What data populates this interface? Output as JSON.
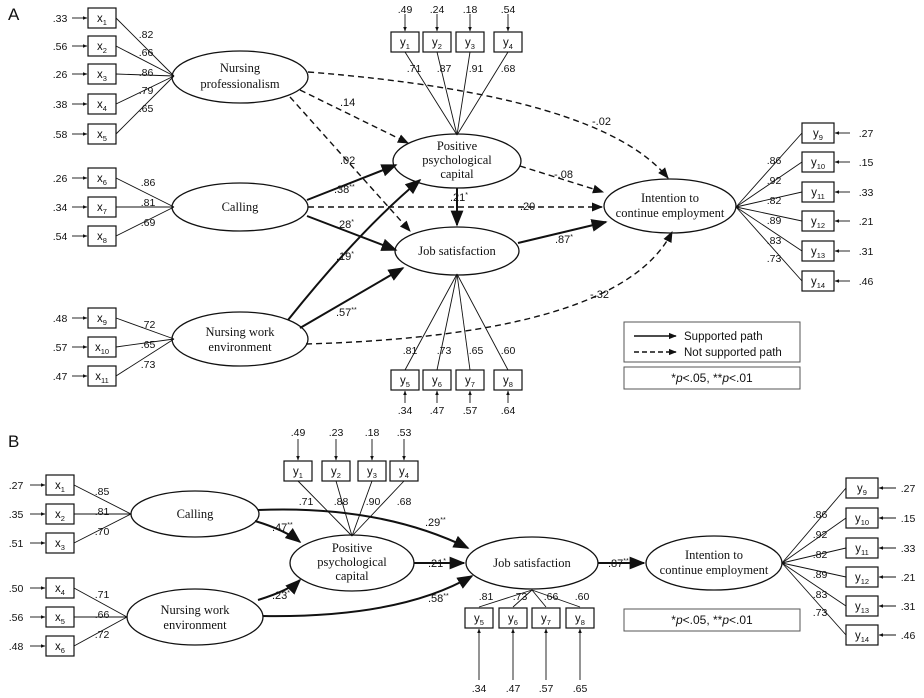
{
  "panelA": {
    "label": "A",
    "latents": {
      "nursing_prof": [
        "Nursing",
        "professionalism"
      ],
      "calling": [
        "Calling"
      ],
      "work_env": [
        "Nursing work",
        "environment"
      ],
      "psycap": [
        "Positive",
        "psychological",
        "capital"
      ],
      "job_sat": [
        "Job satisfaction"
      ],
      "intention": [
        "Intention to",
        "continue employment"
      ]
    },
    "indicators": {
      "x1": {
        "letter": "x",
        "sub": "1",
        "error": ".33",
        "loading": ".82"
      },
      "x2": {
        "letter": "x",
        "sub": "2",
        "error": ".56",
        "loading": ".66"
      },
      "x3": {
        "letter": "x",
        "sub": "3",
        "error": ".26",
        "loading": ".86"
      },
      "x4": {
        "letter": "x",
        "sub": "4",
        "error": ".38",
        "loading": ".79"
      },
      "x5": {
        "letter": "x",
        "sub": "5",
        "error": ".58",
        "loading": ".65"
      },
      "x6": {
        "letter": "x",
        "sub": "6",
        "error": ".26",
        "loading": ".86"
      },
      "x7": {
        "letter": "x",
        "sub": "7",
        "error": ".34",
        "loading": ".81"
      },
      "x8": {
        "letter": "x",
        "sub": "8",
        "error": ".54",
        "loading": ".69"
      },
      "x9": {
        "letter": "x",
        "sub": "9",
        "error": ".48",
        "loading": ".72"
      },
      "x10": {
        "letter": "x",
        "sub": "10",
        "error": ".57",
        "loading": ".65"
      },
      "x11": {
        "letter": "x",
        "sub": "11",
        "error": ".47",
        "loading": ".73"
      },
      "y1": {
        "letter": "y",
        "sub": "1",
        "error": ".49",
        "loading": ".71"
      },
      "y2": {
        "letter": "y",
        "sub": "2",
        "error": ".24",
        "loading": ".87"
      },
      "y3": {
        "letter": "y",
        "sub": "3",
        "error": ".18",
        "loading": ".91"
      },
      "y4": {
        "letter": "y",
        "sub": "4",
        "error": ".54",
        "loading": ".68"
      },
      "y5": {
        "letter": "y",
        "sub": "5",
        "error": ".34",
        "loading": ".81"
      },
      "y6": {
        "letter": "y",
        "sub": "6",
        "error": ".47",
        "loading": ".73"
      },
      "y7": {
        "letter": "y",
        "sub": "7",
        "error": ".57",
        "loading": ".65"
      },
      "y8": {
        "letter": "y",
        "sub": "8",
        "error": ".64",
        "loading": ".60"
      },
      "y9": {
        "letter": "y",
        "sub": "9",
        "error": ".27",
        "loading": ".86"
      },
      "y10": {
        "letter": "y",
        "sub": "10",
        "error": ".15",
        "loading": ".92"
      },
      "y11": {
        "letter": "y",
        "sub": "11",
        "error": ".33",
        "loading": ".82"
      },
      "y12": {
        "letter": "y",
        "sub": "12",
        "error": ".21",
        "loading": ".89"
      },
      "y13": {
        "letter": "y",
        "sub": "13",
        "error": ".31",
        "loading": ".83"
      },
      "y14": {
        "letter": "y",
        "sub": "14",
        "error": ".46",
        "loading": ".73"
      }
    },
    "paths": {
      "prof_psycap": {
        "value": ".14",
        "sig": ""
      },
      "prof_jobsat": {
        "value": ".02",
        "sig": ""
      },
      "prof_intention": {
        "value": "-.02",
        "sig": ""
      },
      "calling_psycap": {
        "value": ".38",
        "sig": "**"
      },
      "calling_jobsat": {
        "value": ".28",
        "sig": "*"
      },
      "calling_intention": {
        "value": ".20",
        "sig": ""
      },
      "env_psycap": {
        "value": ".19",
        "sig": "*"
      },
      "env_jobsat": {
        "value": ".57",
        "sig": "**"
      },
      "env_intention": {
        "value": "-.32",
        "sig": ""
      },
      "psycap_jobsat": {
        "value": ".21",
        "sig": "*"
      },
      "psycap_intention": {
        "value": "-.08",
        "sig": ""
      },
      "jobsat_intention": {
        "value": ".87",
        "sig": "*"
      }
    },
    "legend": {
      "supported": "Supported path",
      "not_supported": "Not supported path"
    }
  },
  "panelB": {
    "label": "B",
    "latents": {
      "calling": [
        "Calling"
      ],
      "work_env": [
        "Nursing work",
        "environment"
      ],
      "psycap": [
        "Positive",
        "psychological",
        "capital"
      ],
      "job_sat": [
        "Job satisfaction"
      ],
      "intention": [
        "Intention to",
        "continue employment"
      ]
    },
    "indicators": {
      "x1": {
        "letter": "x",
        "sub": "1",
        "error": ".27",
        "loading": ".85"
      },
      "x2": {
        "letter": "x",
        "sub": "2",
        "error": ".35",
        "loading": ".81"
      },
      "x3": {
        "letter": "x",
        "sub": "3",
        "error": ".51",
        "loading": ".70"
      },
      "x4": {
        "letter": "x",
        "sub": "4",
        "error": ".50",
        "loading": ".71"
      },
      "x5": {
        "letter": "x",
        "sub": "5",
        "error": ".56",
        "loading": ".66"
      },
      "x6": {
        "letter": "x",
        "sub": "6",
        "error": ".48",
        "loading": ".72"
      },
      "y1": {
        "letter": "y",
        "sub": "1",
        "error": ".49",
        "loading": ".71"
      },
      "y2": {
        "letter": "y",
        "sub": "2",
        "error": ".23",
        "loading": ".88"
      },
      "y3": {
        "letter": "y",
        "sub": "3",
        "error": ".18",
        "loading": ".90"
      },
      "y4": {
        "letter": "y",
        "sub": "4",
        "error": ".53",
        "loading": ".68"
      },
      "y5": {
        "letter": "y",
        "sub": "5",
        "error": ".34",
        "loading": ".81"
      },
      "y6": {
        "letter": "y",
        "sub": "6",
        "error": ".47",
        "loading": ".73"
      },
      "y7": {
        "letter": "y",
        "sub": "7",
        "error": ".57",
        "loading": ".66"
      },
      "y8": {
        "letter": "y",
        "sub": "8",
        "error": ".65",
        "loading": ".60"
      },
      "y9": {
        "letter": "y",
        "sub": "9",
        "error": ".27",
        "loading": ".86"
      },
      "y10": {
        "letter": "y",
        "sub": "10",
        "error": ".15",
        "loading": ".92"
      },
      "y11": {
        "letter": "y",
        "sub": "11",
        "error": ".33",
        "loading": ".82"
      },
      "y12": {
        "letter": "y",
        "sub": "12",
        "error": ".21",
        "loading": ".89"
      },
      "y13": {
        "letter": "y",
        "sub": "13",
        "error": ".31",
        "loading": ".83"
      },
      "y14": {
        "letter": "y",
        "sub": "14",
        "error": ".46",
        "loading": ".73"
      }
    },
    "paths": {
      "calling_psycap": {
        "value": ".47",
        "sig": "**"
      },
      "calling_jobsat": {
        "value": ".29",
        "sig": "**"
      },
      "env_psycap": {
        "value": ".23",
        "sig": "*"
      },
      "env_jobsat": {
        "value": ".58",
        "sig": "**"
      },
      "psycap_jobsat": {
        "value": ".21",
        "sig": "*"
      },
      "jobsat_intention": {
        "value": ".87",
        "sig": "**"
      }
    }
  },
  "significance_note": {
    "p1": "p",
    "t1": "<.05, **",
    "p2": "p",
    "t2": "<.01",
    "lead": "*"
  }
}
